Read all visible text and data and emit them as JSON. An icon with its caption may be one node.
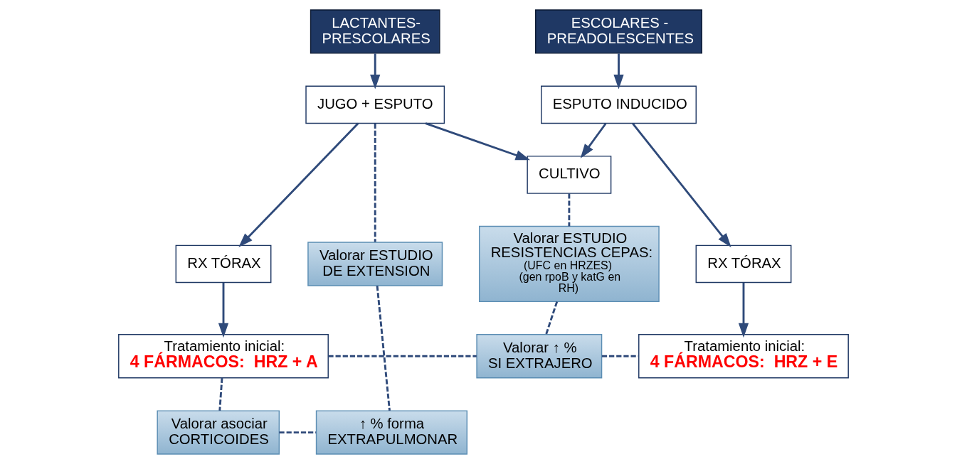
{
  "diagram": {
    "nodes": [
      {
        "text": [
          "LACTANTES- PRESCOLARES"
        ]
      },
      {
        "text": [
          "ESCOLARES - PREADOLESCENTES"
        ]
      },
      {
        "text": [
          "CULTIVO"
        ]
      },
      {
        "text": [
          "JUGO + ESPUTO"
        ]
      },
      {
        "text": [
          "ESPUTO INDUCIDO"
        ]
      },
      {
        "text": [
          "RX TÓRAX"
        ]
      },
      {
        "text": [
          "Valorar ESTUDIO DE EXTENSION"
        ]
      },
      {
        "text": [
          "Valorar ESTUDIO RESISTENCIAS CEPAS:",
          "(UFC en HRZES)",
          "(gen rpoB y katG en RH)"
        ]
      },
      {
        "text": [
          "RX TÓRAX"
        ]
      },
      {
        "text": [
          "Tratamiento inicial:",
          "4 FÁRMACOS:  HRZ + A"
        ]
      },
      {
        "text": [
          "Valorar ↑ % SI EXTRAJERO"
        ]
      },
      {
        "text": [
          "Tratamiento inicial:",
          "4 FÁRMACOS:  HRZ + E"
        ]
      },
      {
        "text": [
          "Valorar asociar CORTICOIDES"
        ]
      },
      {
        "text": [
          "↑ % forma EXTRAPULMONAR"
        ]
      }
    ],
    "edges": [
      {
        "from": 0,
        "to": 3,
        "arrow": "to"
      },
      {
        "from": 1,
        "to": 4,
        "arrow": "to"
      },
      {
        "from": 3,
        "to": 2,
        "arrow": "to"
      },
      {
        "from": 4,
        "to": 2,
        "arrow": "to"
      },
      {
        "from": 3,
        "to": 5,
        "arrow": "to"
      },
      {
        "from": 3,
        "to": 6,
        "arrow": "none",
        "style": "dashed"
      },
      {
        "from": 2,
        "to": 7,
        "arrow": "none",
        "style": "dashed"
      },
      {
        "from": 4,
        "to": 8,
        "arrow": "to"
      },
      {
        "from": 5,
        "to": 9,
        "arrow": "to"
      },
      {
        "from": 8,
        "to": 11,
        "arrow": "to"
      },
      {
        "from": 7,
        "to": 10,
        "arrow": "none",
        "style": "dashed"
      },
      {
        "from": 9,
        "to": 10,
        "arrow": "none",
        "style": "dashed"
      },
      {
        "from": 10,
        "to": 11,
        "arrow": "none",
        "style": "dashed"
      },
      {
        "from": 9,
        "to": 12,
        "arrow": "none",
        "style": "dashed"
      },
      {
        "from": 12,
        "to": 13,
        "arrow": "none",
        "style": "dashed"
      },
      {
        "from": 6,
        "to": 13,
        "arrow": "none",
        "style": "dashed"
      }
    ]
  }
}
